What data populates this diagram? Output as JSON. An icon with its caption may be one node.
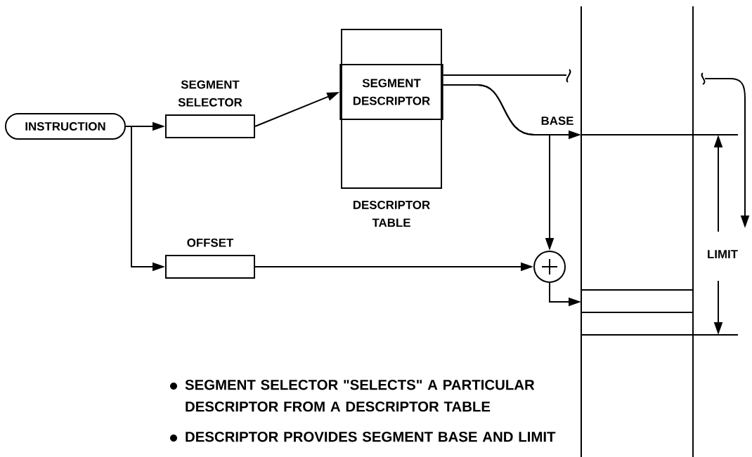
{
  "diagram": {
    "nodes": [
      {
        "text": [
          "INSTRUCTION"
        ]
      },
      {
        "text": [
          "SEGMENT SELECTOR"
        ]
      },
      {
        "text": [
          "OFFSET"
        ]
      },
      {
        "text": [
          "DESCRIPTOR TABLE"
        ]
      },
      {
        "text": [
          "SEGMENT DESCRIPTOR"
        ],
        "in": 3
      },
      {
        "text": [],
        "shape": "circle"
      },
      {
        "text": [],
        "shape": "box"
      }
    ],
    "edges": [
      {
        "from": 0,
        "to": 1,
        "arrow": "to"
      },
      {
        "from": 0,
        "to": 2,
        "arrow": "to"
      },
      {
        "from": 1,
        "to": 4,
        "arrow": "to"
      },
      {
        "from": 4,
        "to": 6,
        "arrow": "to",
        "label": "BASE"
      },
      {
        "from": 4,
        "to": 5,
        "arrow": "to"
      },
      {
        "from": 2,
        "to": 5,
        "arrow": "to"
      },
      {
        "from": 5,
        "to": 6,
        "arrow": "to"
      },
      {
        "from": 4,
        "to": null,
        "arrow": "to"
      }
    ],
    "labels": [
      "LIMIT",
      "SEGMENT SELECTOR \"SELECTS\" A PARTICULAR DESCRIPTOR FROM A DESCRIPTOR TABLE",
      "DESCRIPTOR PROVIDES SEGMENT BASE AND LIMIT"
    ]
  }
}
